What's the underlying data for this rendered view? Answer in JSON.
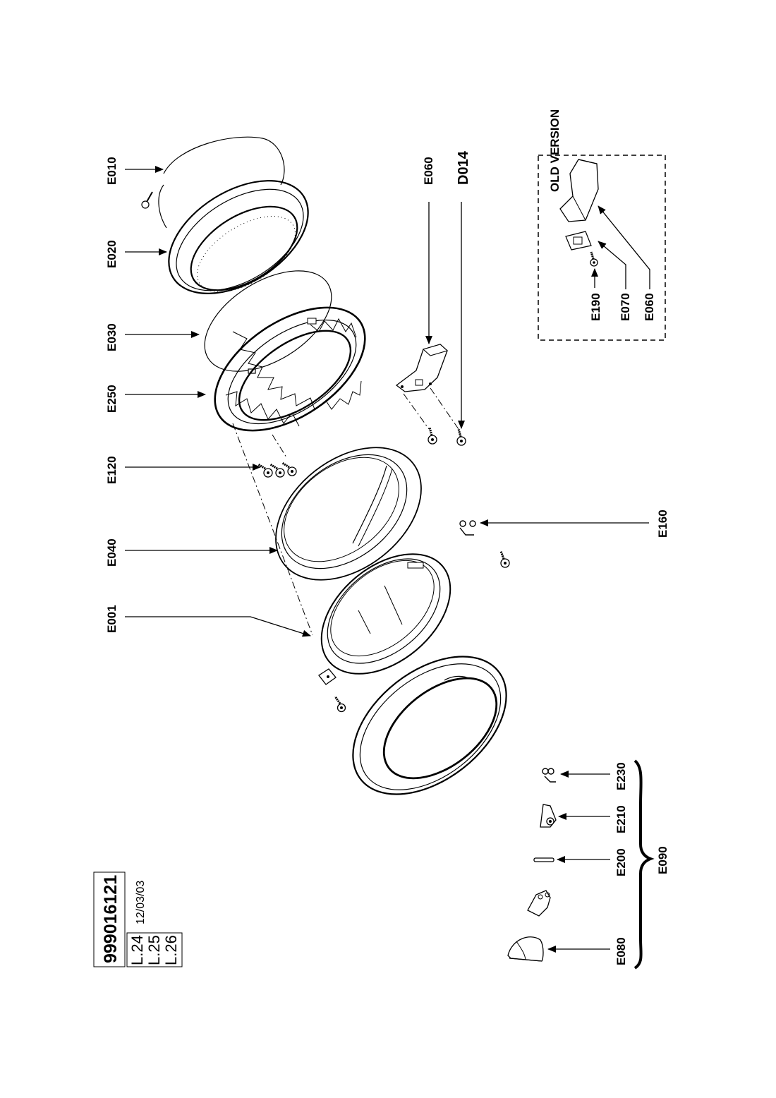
{
  "document": {
    "number": "999016121",
    "date": "12/03/03",
    "variants": [
      "L.24",
      "L.25",
      "L.26"
    ]
  },
  "labels": {
    "E010": "E010",
    "E020": "E020",
    "E030": "E030",
    "E250": "E250",
    "E120": "E120",
    "E040": "E040",
    "E001": "E001",
    "E060_top": "E060",
    "D014": "D014",
    "E160": "E160",
    "E080": "E080",
    "E200": "E200",
    "E210": "E210",
    "E230": "E230",
    "E090": "E090"
  },
  "old_version": {
    "title": "OLD VERSION",
    "labels": [
      "E190",
      "E070",
      "E060"
    ]
  }
}
